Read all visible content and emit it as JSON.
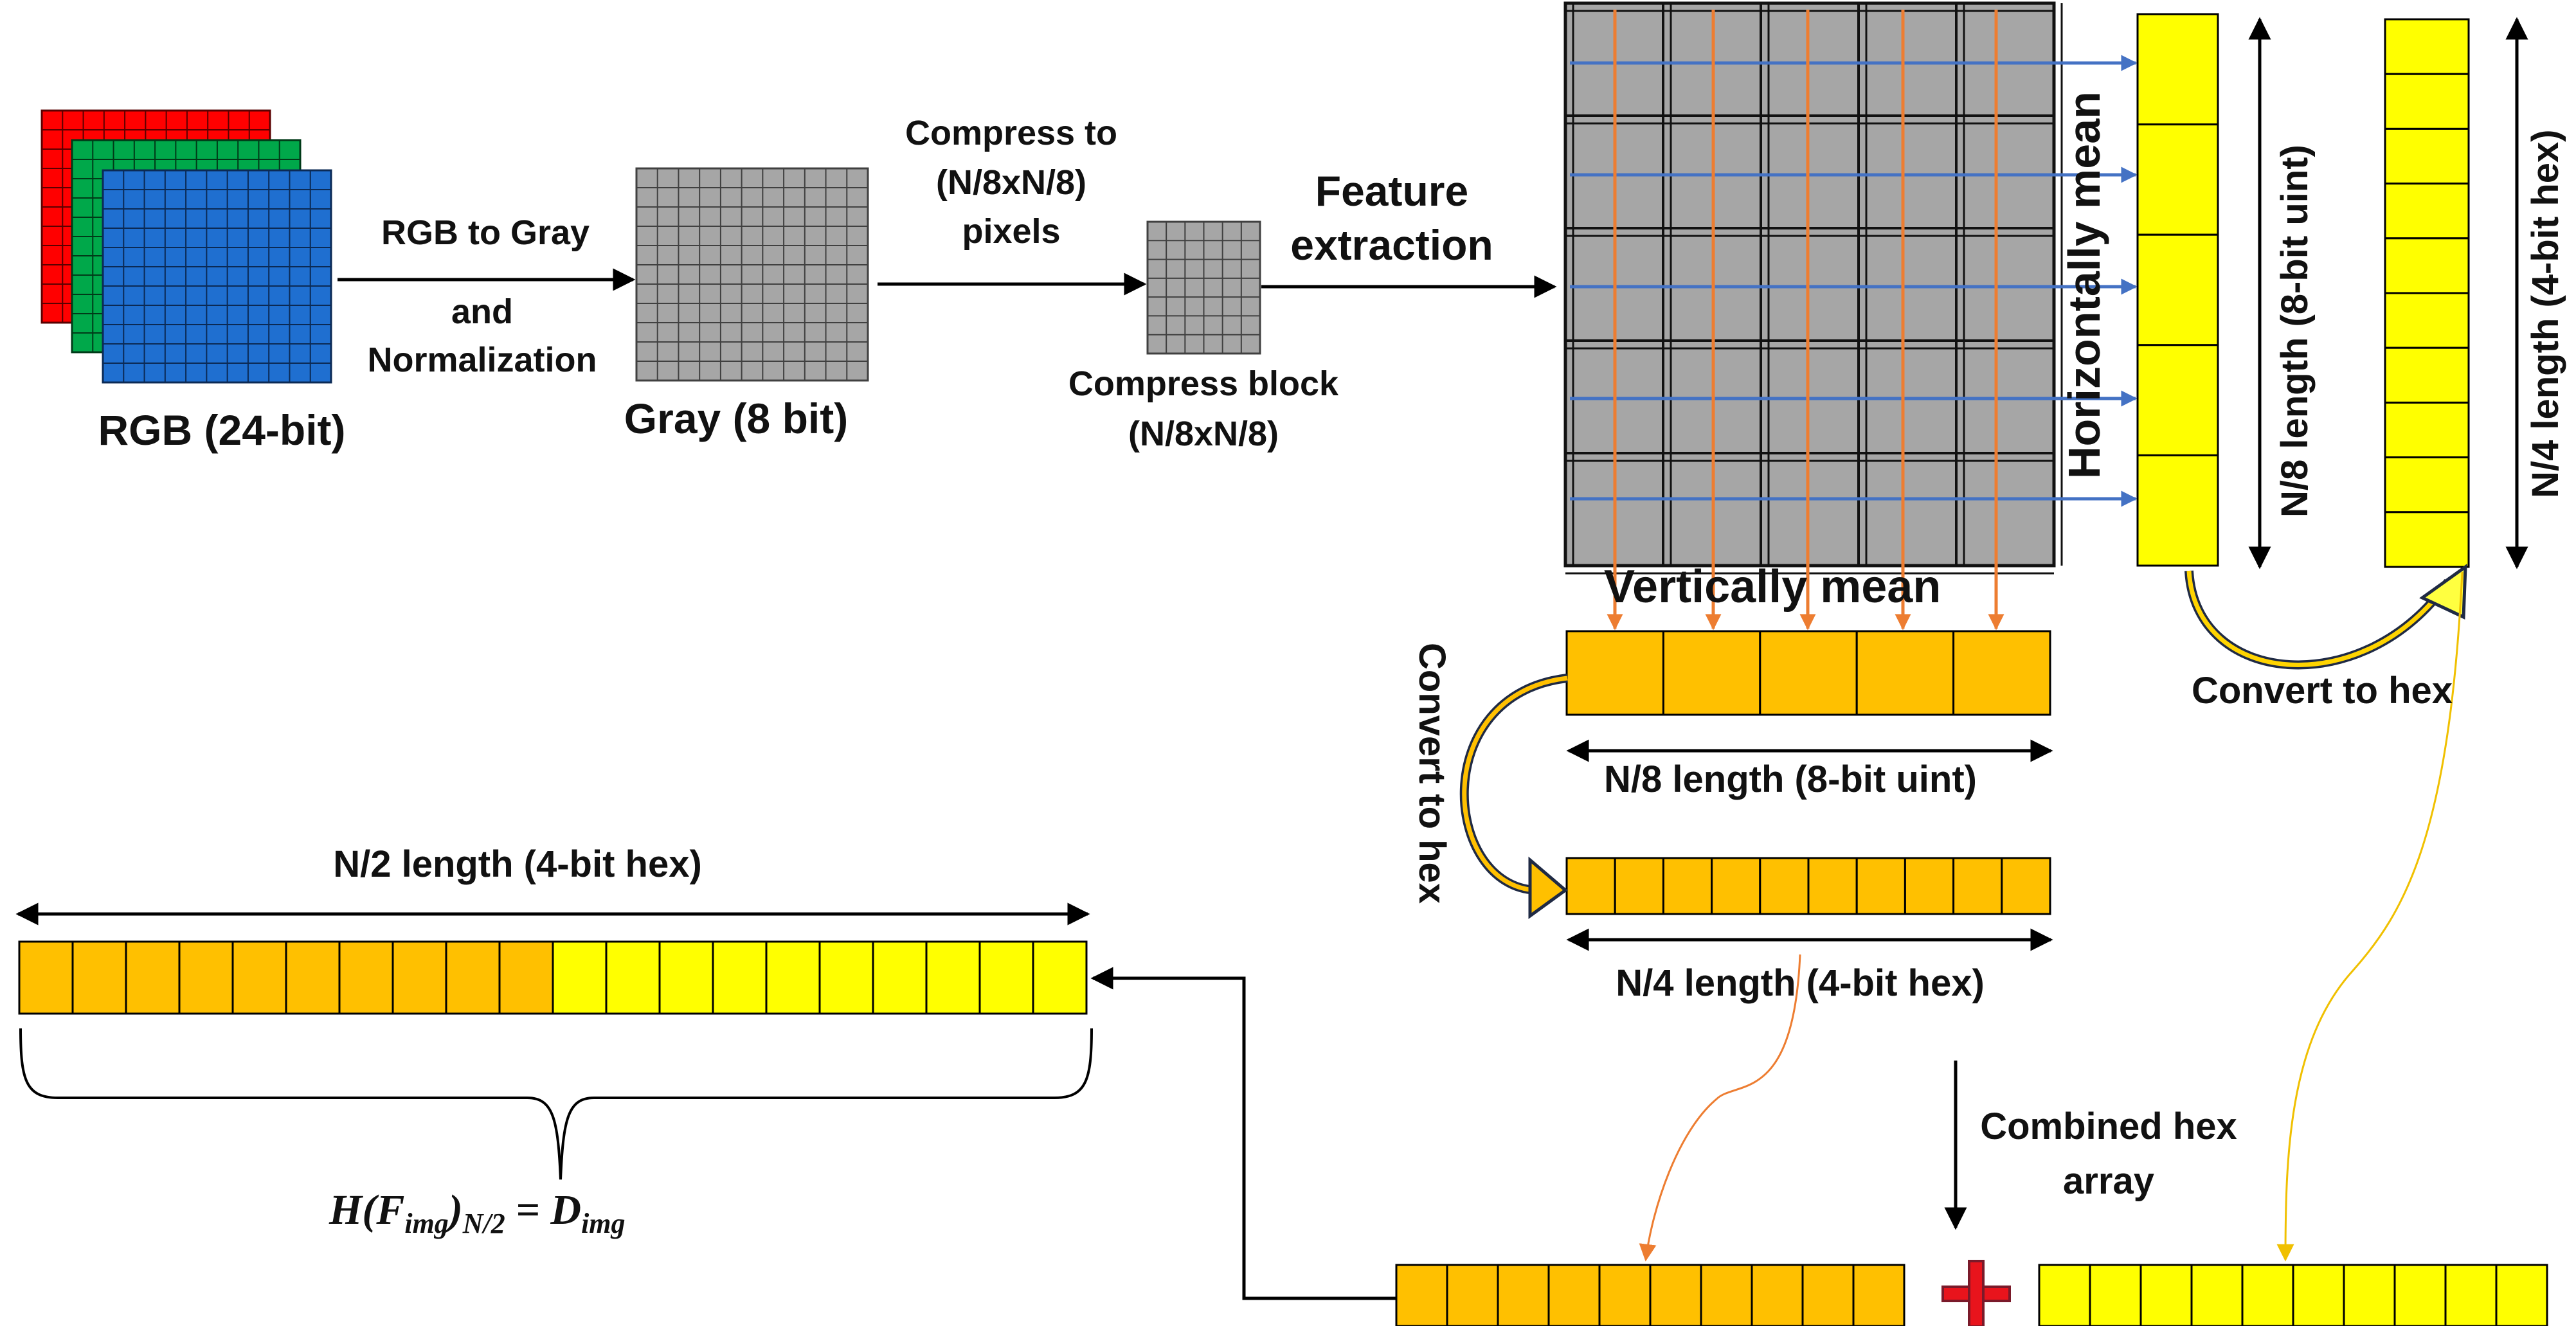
{
  "labels": {
    "rgb": "RGB (24-bit)",
    "rgb_to_gray": "RGB to Gray",
    "and": "and",
    "normalization": "Normalization",
    "gray": "Gray (8 bit)",
    "compress_to_1": "Compress to",
    "compress_to_2": "(N/8xN/8)",
    "compress_to_3": "pixels",
    "compress_block_1": "Compress block",
    "compress_block_2": "(N/8xN/8)",
    "feature_1": "Feature",
    "feature_2": "extraction",
    "horizontally_mean": "Horizontally mean",
    "vertically_mean": "Vertically mean",
    "n8_uint_vertical": "N/8 length (8-bit uint)",
    "n4_hex_vertical": "N/4 length (4-bit hex)",
    "convert_hex_right": "Convert to hex",
    "convert_hex_left": "Convert to hex",
    "n8_uint_horizontal": "N/8 length (8-bit uint)",
    "n4_hex_horizontal": "N/4 length (4-bit hex)",
    "combined_1": "Combined hex",
    "combined_2": "array",
    "n2_hex": "N/2 length (4-bit hex)",
    "plus": "+"
  },
  "formula": {
    "h": "H",
    "f": "F",
    "img_sub": "img",
    "n2_sub": "N/2",
    "equals": "=",
    "d": "D",
    "d_sub": "img"
  },
  "colors": {
    "red": "#ff0000",
    "green": "#00a84a",
    "blue": "#1f6fd0",
    "gray": "#a6a6a6",
    "orange": "#ffc000",
    "yellow": "#ffff00",
    "blue_arrow": "#4472c4",
    "orange_arrow": "#ed7d31",
    "plus_red": "#e8141c"
  }
}
